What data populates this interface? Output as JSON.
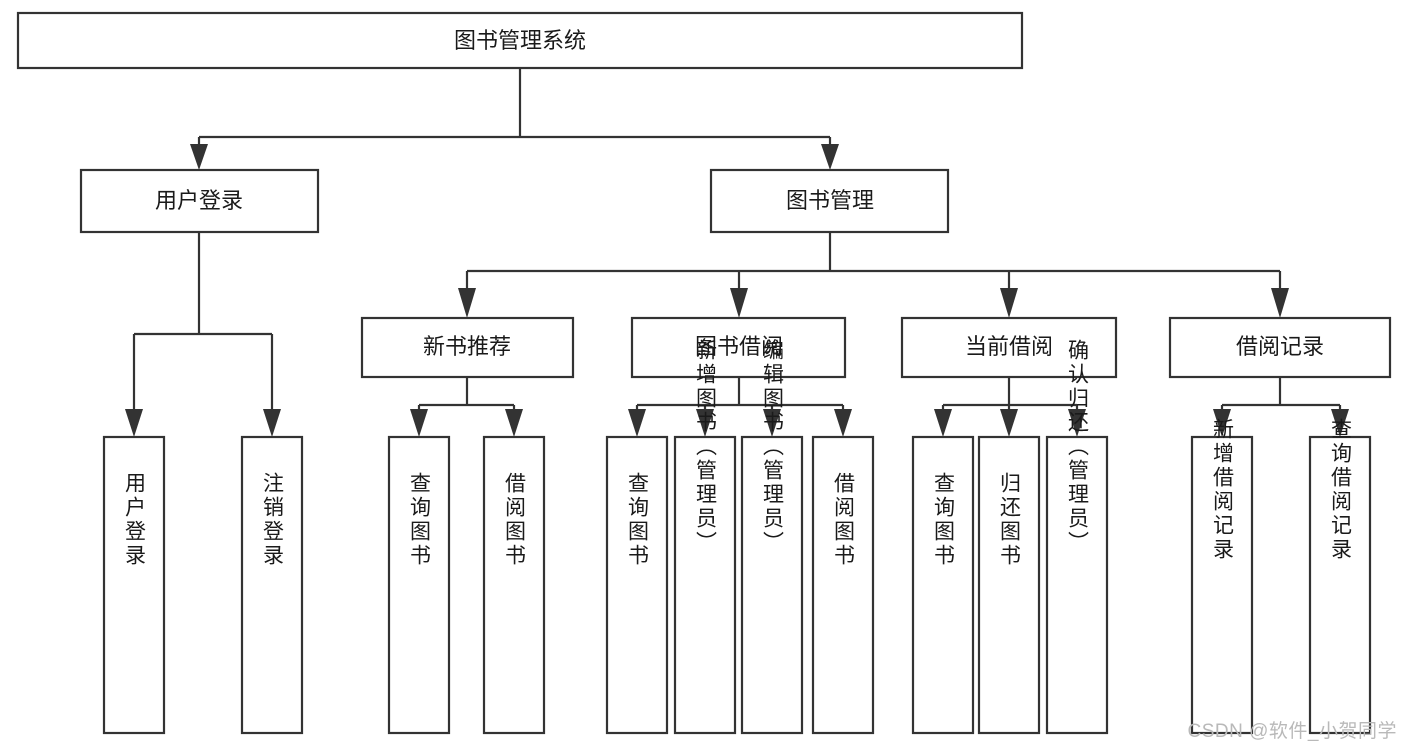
{
  "diagram": {
    "title": "图书管理系统",
    "type": "tree",
    "watermark": "CSDN @软件_小贺同学",
    "colors": {
      "stroke": "#333333",
      "fill": "#ffffff",
      "text": "#1a1a1a",
      "watermark": "#b9b9b9"
    },
    "root": {
      "label": "图书管理系统"
    },
    "level1": [
      {
        "label": "用户登录"
      },
      {
        "label": "图书管理"
      }
    ],
    "level2": [
      {
        "label": "新书推荐"
      },
      {
        "label": "图书借阅"
      },
      {
        "label": "当前借阅"
      },
      {
        "label": "借阅记录"
      }
    ],
    "leaves": {
      "user_login": [
        {
          "label": "用户登录"
        },
        {
          "label": "注销登录"
        }
      ],
      "new_book_recommend": [
        {
          "label": "查询图书"
        },
        {
          "label": "借阅图书"
        }
      ],
      "book_borrow": [
        {
          "label": "查询图书"
        },
        {
          "label": "新增图书（管理员）"
        },
        {
          "label": "编辑图书（管理员）"
        },
        {
          "label": "借阅图书"
        }
      ],
      "current_borrow": [
        {
          "label": "查询图书"
        },
        {
          "label": "归还图书"
        },
        {
          "label": "确认归还（管理员）"
        }
      ],
      "borrow_records": [
        {
          "label": "新增借阅记录"
        },
        {
          "label": "查询借阅记录"
        }
      ]
    }
  }
}
